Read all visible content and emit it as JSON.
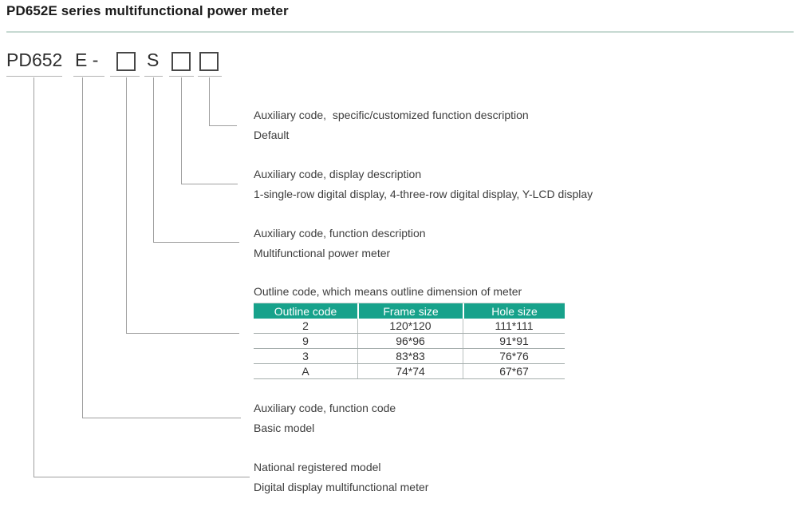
{
  "page": {
    "title": "PD652E series multifunctional power meter"
  },
  "model_code": {
    "prefix": "PD652",
    "function_code": "E -",
    "function_letter": "S"
  },
  "annotations": {
    "custom": {
      "line1": "Auxiliary code,  specific/customized function description",
      "line2": "Default"
    },
    "display": {
      "line1": "Auxiliary code, display description",
      "line2": "1-single-row digital display, 4-three-row digital display, Y-LCD display"
    },
    "function": {
      "line1": "Auxiliary code, function description",
      "line2": "Multifunctional power meter"
    },
    "outline": {
      "line1": "Outline code, which means outline dimension of meter"
    },
    "function_code": {
      "line1": "Auxiliary code, function code",
      "line2": "Basic model"
    },
    "national": {
      "line1": "National registered model",
      "line2": "Digital display multifunctional meter"
    }
  },
  "outline_table": {
    "headers": [
      "Outline code",
      "Frame size",
      "Hole size"
    ],
    "rows": [
      [
        "2",
        "120*120",
        "111*111"
      ],
      [
        "9",
        "96*96",
        "91*91"
      ],
      [
        "3",
        "83*83",
        "76*76"
      ],
      [
        "A",
        "74*74",
        "67*67"
      ]
    ]
  },
  "colors": {
    "accent_teal": "#17a28b",
    "title_divider": "#c6d9d2",
    "connector_gray": "#9f9f9f"
  }
}
